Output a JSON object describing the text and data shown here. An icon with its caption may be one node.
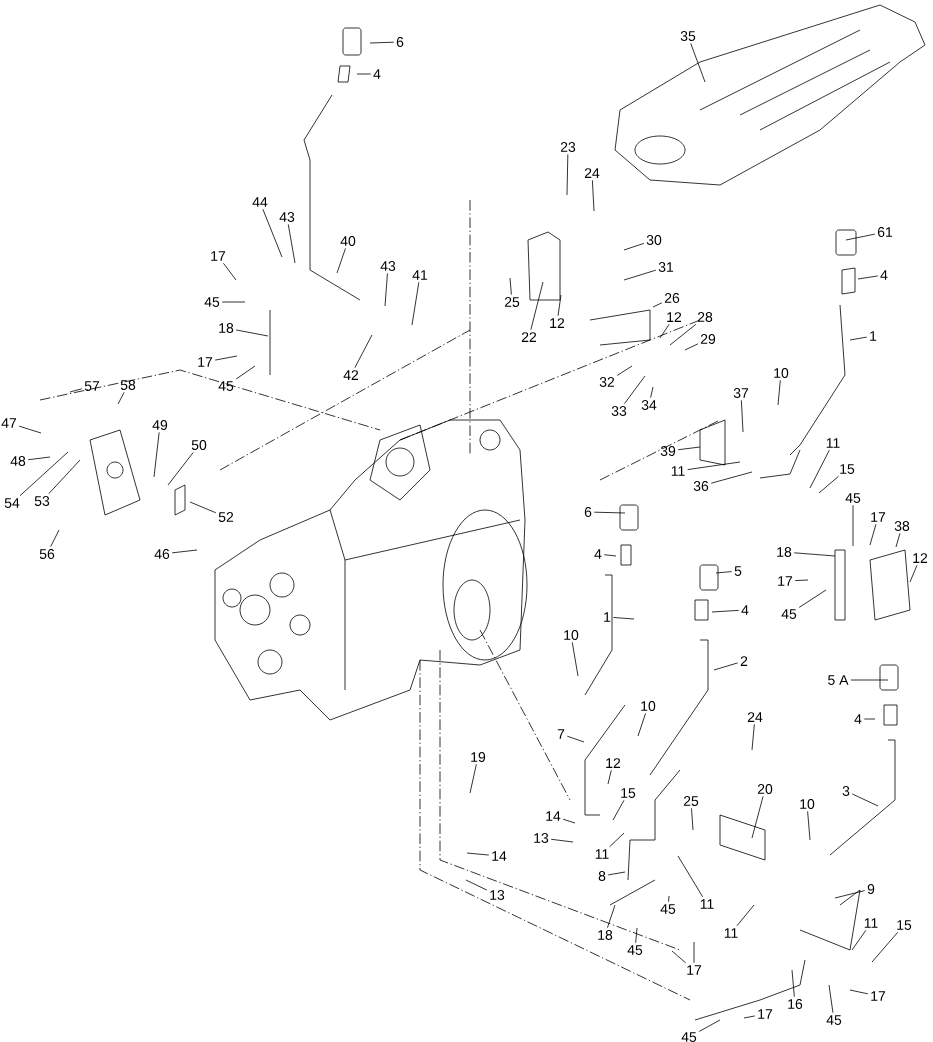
{
  "diagram": {
    "nodes": [
      {
        "text": [
          "6"
        ]
      },
      {
        "text": [
          "35"
        ]
      },
      {
        "text": [
          "4"
        ]
      },
      {
        "text": [
          "23"
        ]
      },
      {
        "text": [
          "24"
        ]
      },
      {
        "text": [
          "44"
        ]
      },
      {
        "text": [
          "43"
        ]
      },
      {
        "text": [
          "61"
        ]
      },
      {
        "text": [
          "30"
        ]
      },
      {
        "text": [
          "40"
        ]
      },
      {
        "text": [
          "17"
        ]
      },
      {
        "text": [
          "43"
        ]
      },
      {
        "text": [
          "31"
        ]
      },
      {
        "text": [
          "41"
        ]
      },
      {
        "text": [
          "4"
        ]
      },
      {
        "text": [
          "26"
        ]
      },
      {
        "text": [
          "25"
        ]
      },
      {
        "text": [
          "45"
        ]
      },
      {
        "text": [
          "12"
        ]
      },
      {
        "text": [
          "28"
        ]
      },
      {
        "text": [
          "12"
        ]
      },
      {
        "text": [
          "18"
        ]
      },
      {
        "text": [
          "1"
        ]
      },
      {
        "text": [
          "22"
        ]
      },
      {
        "text": [
          "29"
        ]
      },
      {
        "text": [
          "17"
        ]
      },
      {
        "text": [
          "10"
        ]
      },
      {
        "text": [
          "42"
        ]
      },
      {
        "text": [
          "45"
        ]
      },
      {
        "text": [
          "32"
        ]
      },
      {
        "text": [
          "58"
        ]
      },
      {
        "text": [
          "57"
        ]
      },
      {
        "text": [
          "37"
        ]
      },
      {
        "text": [
          "34"
        ]
      },
      {
        "text": [
          "33"
        ]
      },
      {
        "text": [
          "47"
        ]
      },
      {
        "text": [
          "49"
        ]
      },
      {
        "text": [
          "11"
        ]
      },
      {
        "text": [
          "50"
        ]
      },
      {
        "text": [
          "39"
        ]
      },
      {
        "text": [
          "48"
        ]
      },
      {
        "text": [
          "15"
        ]
      },
      {
        "text": [
          "11"
        ]
      },
      {
        "text": [
          "36"
        ]
      },
      {
        "text": [
          "45"
        ]
      },
      {
        "text": [
          "53"
        ]
      },
      {
        "text": [
          "54"
        ]
      },
      {
        "text": [
          "6"
        ]
      },
      {
        "text": [
          "17"
        ]
      },
      {
        "text": [
          "52"
        ]
      },
      {
        "text": [
          "38"
        ]
      },
      {
        "text": [
          "18"
        ]
      },
      {
        "text": [
          "4"
        ]
      },
      {
        "text": [
          "46"
        ]
      },
      {
        "text": [
          "56"
        ]
      },
      {
        "text": [
          "12"
        ]
      },
      {
        "text": [
          "5"
        ]
      },
      {
        "text": [
          "17"
        ]
      },
      {
        "text": [
          "4"
        ]
      },
      {
        "text": [
          "45"
        ]
      },
      {
        "text": [
          "1"
        ]
      },
      {
        "text": [
          "10"
        ]
      },
      {
        "text": [
          "2"
        ]
      },
      {
        "text": [
          "5 A"
        ]
      },
      {
        "text": [
          "10"
        ]
      },
      {
        "text": [
          "24"
        ]
      },
      {
        "text": [
          "4"
        ]
      },
      {
        "text": [
          "7"
        ]
      },
      {
        "text": [
          "19"
        ]
      },
      {
        "text": [
          "12"
        ]
      },
      {
        "text": [
          "3"
        ]
      },
      {
        "text": [
          "20"
        ]
      },
      {
        "text": [
          "15"
        ]
      },
      {
        "text": [
          "25"
        ]
      },
      {
        "text": [
          "10"
        ]
      },
      {
        "text": [
          "14"
        ]
      },
      {
        "text": [
          "13"
        ]
      },
      {
        "text": [
          "11"
        ]
      },
      {
        "text": [
          "14"
        ]
      },
      {
        "text": [
          "8"
        ]
      },
      {
        "text": [
          "9"
        ]
      },
      {
        "text": [
          "13"
        ]
      },
      {
        "text": [
          "11"
        ]
      },
      {
        "text": [
          "45"
        ]
      },
      {
        "text": [
          "11"
        ]
      },
      {
        "text": [
          "15"
        ]
      },
      {
        "text": [
          "11"
        ]
      },
      {
        "text": [
          "18"
        ]
      },
      {
        "text": [
          "45"
        ]
      },
      {
        "text": [
          "17"
        ]
      },
      {
        "text": [
          "17"
        ]
      },
      {
        "text": [
          "16"
        ]
      },
      {
        "text": [
          "17"
        ]
      },
      {
        "text": [
          "45"
        ]
      },
      {
        "text": [
          "45"
        ]
      }
    ],
    "edges": [
      {
        "from": 0,
        "to": null,
        "arrow": "none"
      },
      {
        "from": 1,
        "to": null,
        "arrow": "none"
      },
      {
        "from": 2,
        "to": null,
        "arrow": "none"
      },
      {
        "from": 3,
        "to": null,
        "arrow": "none"
      },
      {
        "from": 4,
        "to": null,
        "arrow": "none"
      },
      {
        "from": 5,
        "to": null,
        "arrow": "none"
      },
      {
        "from": 6,
        "to": null,
        "arrow": "none"
      },
      {
        "from": 7,
        "to": null,
        "arrow": "none"
      },
      {
        "from": 8,
        "to": null,
        "arrow": "none"
      },
      {
        "from": 9,
        "to": null,
        "arrow": "none"
      },
      {
        "from": 10,
        "to": null,
        "arrow": "none"
      },
      {
        "from": 11,
        "to": null,
        "arrow": "none"
      },
      {
        "from": 12,
        "to": null,
        "arrow": "none"
      },
      {
        "from": 13,
        "to": null,
        "arrow": "none"
      },
      {
        "from": 14,
        "to": null,
        "arrow": "none"
      },
      {
        "from": 15,
        "to": null,
        "arrow": "none"
      },
      {
        "from": 16,
        "to": null,
        "arrow": "none"
      },
      {
        "from": 17,
        "to": null,
        "arrow": "none"
      },
      {
        "from": 18,
        "to": null,
        "arrow": "none"
      },
      {
        "from": 19,
        "to": null,
        "arrow": "none"
      },
      {
        "from": 20,
        "to": null,
        "arrow": "none"
      },
      {
        "from": 21,
        "to": null,
        "arrow": "none"
      },
      {
        "from": 22,
        "to": null,
        "arrow": "none"
      },
      {
        "from": 23,
        "to": null,
        "arrow": "none"
      },
      {
        "from": 24,
        "to": null,
        "arrow": "none"
      },
      {
        "from": 25,
        "to": null,
        "arrow": "none"
      },
      {
        "from": 26,
        "to": null,
        "arrow": "none"
      },
      {
        "from": 27,
        "to": null,
        "arrow": "none"
      },
      {
        "from": 28,
        "to": null,
        "arrow": "none"
      },
      {
        "from": 29,
        "to": null,
        "arrow": "none"
      },
      {
        "from": 30,
        "to": null,
        "arrow": "none"
      },
      {
        "from": 31,
        "to": null,
        "arrow": "none"
      },
      {
        "from": 32,
        "to": null,
        "arrow": "none"
      },
      {
        "from": 33,
        "to": null,
        "arrow": "none"
      },
      {
        "from": 34,
        "to": null,
        "arrow": "none"
      },
      {
        "from": 35,
        "to": null,
        "arrow": "none"
      },
      {
        "from": 36,
        "to": null,
        "arrow": "none"
      },
      {
        "from": 37,
        "to": null,
        "arrow": "none"
      },
      {
        "from": 38,
        "to": null,
        "arrow": "none"
      },
      {
        "from": 39,
        "to": null,
        "arrow": "none"
      },
      {
        "from": 40,
        "to": null,
        "arrow": "none"
      },
      {
        "from": 41,
        "to": null,
        "arrow": "none"
      },
      {
        "from": 42,
        "to": null,
        "arrow": "none"
      },
      {
        "from": 43,
        "to": null,
        "arrow": "none"
      },
      {
        "from": 44,
        "to": null,
        "arrow": "none"
      },
      {
        "from": 45,
        "to": null,
        "arrow": "none"
      },
      {
        "from": 46,
        "to": null,
        "arrow": "none"
      },
      {
        "from": 47,
        "to": null,
        "arrow": "none"
      },
      {
        "from": 48,
        "to": null,
        "arrow": "none"
      },
      {
        "from": 49,
        "to": null,
        "arrow": "none"
      },
      {
        "from": 50,
        "to": null,
        "arrow": "none"
      },
      {
        "from": 51,
        "to": null,
        "arrow": "none"
      },
      {
        "from": 52,
        "to": null,
        "arrow": "none"
      },
      {
        "from": 53,
        "to": null,
        "arrow": "none"
      },
      {
        "from": 54,
        "to": null,
        "arrow": "none"
      },
      {
        "from": 55,
        "to": null,
        "arrow": "none"
      },
      {
        "from": 56,
        "to": null,
        "arrow": "none"
      },
      {
        "from": 57,
        "to": null,
        "arrow": "none"
      },
      {
        "from": 58,
        "to": null,
        "arrow": "none"
      },
      {
        "from": 59,
        "to": null,
        "arrow": "none"
      },
      {
        "from": 60,
        "to": null,
        "arrow": "none"
      },
      {
        "from": 61,
        "to": null,
        "arrow": "none"
      },
      {
        "from": 62,
        "to": null,
        "arrow": "none"
      },
      {
        "from": 63,
        "to": null,
        "arrow": "none"
      },
      {
        "from": 64,
        "to": null,
        "arrow": "none"
      },
      {
        "from": 65,
        "to": null,
        "arrow": "none"
      },
      {
        "from": 66,
        "to": null,
        "arrow": "none"
      },
      {
        "from": 67,
        "to": null,
        "arrow": "none"
      },
      {
        "from": 68,
        "to": null,
        "arrow": "none"
      },
      {
        "from": 69,
        "to": null,
        "arrow": "none"
      },
      {
        "from": 70,
        "to": null,
        "arrow": "none"
      },
      {
        "from": 71,
        "to": null,
        "arrow": "none"
      },
      {
        "from": 72,
        "to": null,
        "arrow": "none"
      },
      {
        "from": 73,
        "to": null,
        "arrow": "none"
      },
      {
        "from": 74,
        "to": null,
        "arrow": "none"
      },
      {
        "from": 75,
        "to": null,
        "arrow": "none"
      },
      {
        "from": 76,
        "to": null,
        "arrow": "none"
      },
      {
        "from": 77,
        "to": null,
        "arrow": "none"
      },
      {
        "from": 78,
        "to": null,
        "arrow": "none"
      },
      {
        "from": 79,
        "to": null,
        "arrow": "none"
      },
      {
        "from": 80,
        "to": null,
        "arrow": "none"
      },
      {
        "from": 81,
        "to": null,
        "arrow": "none"
      },
      {
        "from": 82,
        "to": null,
        "arrow": "none"
      },
      {
        "from": 83,
        "to": null,
        "arrow": "none"
      },
      {
        "from": 84,
        "to": null,
        "arrow": "none"
      },
      {
        "from": 85,
        "to": null,
        "arrow": "none"
      },
      {
        "from": 86,
        "to": null,
        "arrow": "none"
      },
      {
        "from": 87,
        "to": null,
        "arrow": "none"
      },
      {
        "from": 88,
        "to": null,
        "arrow": "none"
      },
      {
        "from": 89,
        "to": null,
        "arrow": "none"
      },
      {
        "from": 89,
        "to": null,
        "arrow": "none"
      },
      {
        "from": 90,
        "to": null,
        "arrow": "none"
      },
      {
        "from": 91,
        "to": null,
        "arrow": "none"
      },
      {
        "from": 92,
        "to": null,
        "arrow": "none"
      },
      {
        "from": 93,
        "to": null,
        "arrow": "none"
      },
      {
        "from": 94,
        "to": null,
        "arrow": "none"
      }
    ]
  }
}
